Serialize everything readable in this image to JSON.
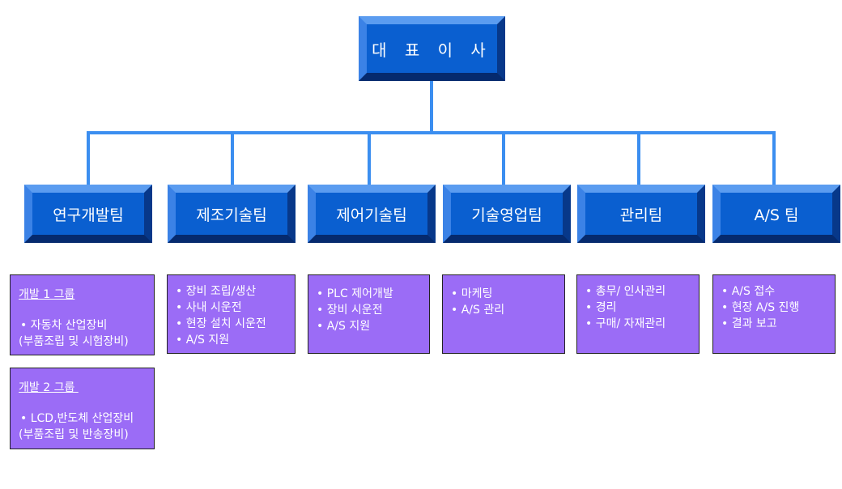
{
  "ceo": {
    "label": "대 표 이 사"
  },
  "departments": [
    {
      "label": "연구개발팀"
    },
    {
      "label": "제조기술팀"
    },
    {
      "label": "제어기술팀"
    },
    {
      "label": "기술영업팀"
    },
    {
      "label": "관리팀"
    },
    {
      "label": "A/S 팀"
    }
  ],
  "rnd_groups": [
    {
      "title": "개발 1 그룹",
      "item": "• 자동차 산업장비",
      "sub": "(부품조립 및 시험장비)"
    },
    {
      "title": "개발 2 그룹 ",
      "item": "• LCD,반도체 산업장비",
      "sub": "(부품조립 및 반송장비)"
    }
  ],
  "duties": {
    "manufacturing": [
      "장비 조립/생산",
      "사내 시운전",
      "현장 설치 시운전",
      "A/S 지원"
    ],
    "control": [
      "PLC 제어개발",
      "장비 시운전",
      "A/S 지원"
    ],
    "sales": [
      "마케팅",
      "A/S 관리"
    ],
    "admin": [
      "총무/ 인사관리",
      "경리",
      "구매/ 자재관리"
    ],
    "as": [
      "A/S 접수",
      "현장 A/S 진행",
      "결과 보고"
    ]
  },
  "colors": {
    "box_blue": "#0a5fd0",
    "connector": "#3b8ef0",
    "duty_purple": "#9b6cf6"
  }
}
